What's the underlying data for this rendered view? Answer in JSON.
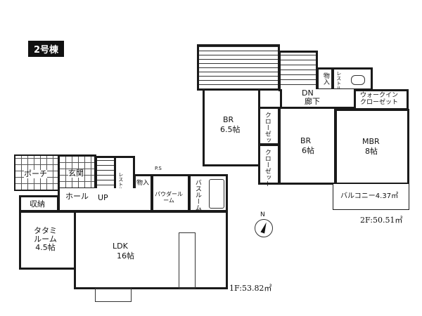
{
  "building_label": "2号棟",
  "floor2": {
    "area": "2F:50.51㎡",
    "rooms": {
      "br1_name": "BR",
      "br1_size": "6.5帖",
      "br2_name": "BR",
      "br2_size": "6帖",
      "mbr_name": "MBR",
      "mbr_size": "8帖",
      "closet1": "クローゼット",
      "closet2": "クローゼット",
      "storage": "物入",
      "restroom": "レストルーム",
      "hall": "廊下",
      "down": "DN",
      "wic": "ウォークイン\nクローゼット",
      "balcony": "バルコニー4.37㎡"
    }
  },
  "floor1": {
    "area": "1F:53.82㎡",
    "rooms": {
      "porch": "ポーチ",
      "entrance": "玄関",
      "hall": "ホール",
      "up": "UP",
      "restroom": "レストルーム",
      "storage": "物入",
      "ps": "P.S",
      "powder": "パウダールーム",
      "bath": "バスルーム",
      "closet": "収納",
      "tatami": "タタミ\nルーム\n4.5帖",
      "ldk_name": "LDK",
      "ldk_size": "16帖"
    }
  },
  "north": "N"
}
